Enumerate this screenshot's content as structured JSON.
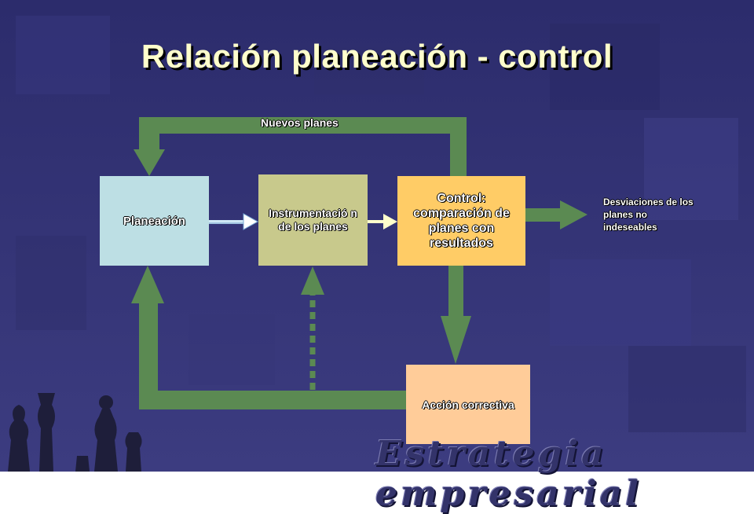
{
  "title": "Relación planeación - control",
  "boxes": {
    "planeacion": "Planeación",
    "instrumentacion": "Instrumentació n de los planes",
    "control": "Control: comparación de planes con resultados",
    "accion": "Acción correctiva"
  },
  "labels": {
    "nuevos_planes": "Nuevos planes",
    "desviaciones": "Desviaciones de los planes no indeseables"
  },
  "watermark": "Estrategia empresarial",
  "colors": {
    "background": "#3a3a7a",
    "arrow": "#5b8a52",
    "planeacion": "#bddfe4",
    "instrumentacion": "#c8c98c",
    "control": "#ffcc66",
    "accion": "#ffcc99",
    "title": "#ffffcc"
  }
}
